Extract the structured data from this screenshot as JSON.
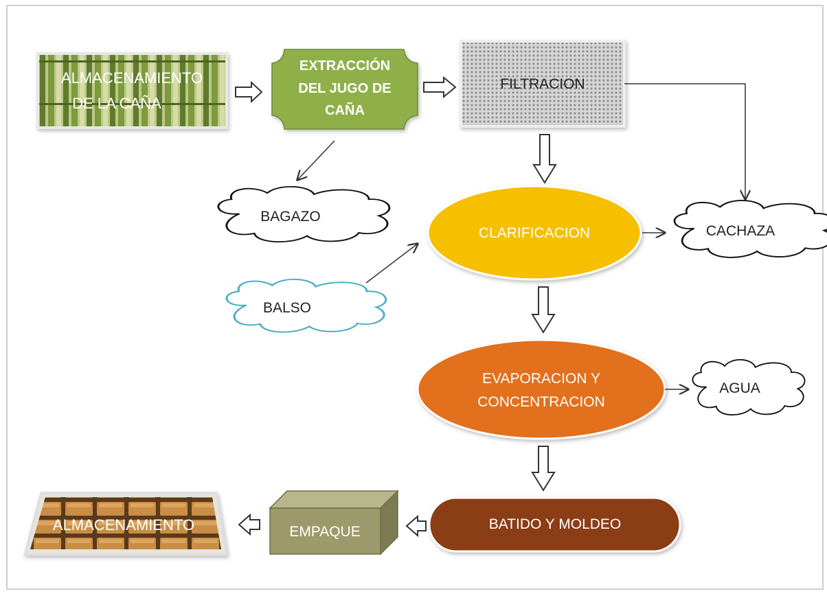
{
  "nodes": {
    "almacenamiento_cana": {
      "line1": "ALMACENAMIENTO",
      "line2": "DE LA CAÑA"
    },
    "extraccion": {
      "line1": "EXTRACCIÓN",
      "line2": "DEL JUGO DE",
      "line3": "CAÑA"
    },
    "filtracion": "FILTRACION",
    "bagazo": "BAGAZO",
    "clarificacion": "CLARIFICACION",
    "cachaza": "CACHAZA",
    "balso": "BALSO",
    "evaporacion": {
      "line1": "EVAPORACION Y",
      "line2": "CONCENTRACION"
    },
    "agua": "AGUA",
    "batido": "BATIDO Y MOLDEO",
    "empaque": "EMPAQUE",
    "almacenamiento": "ALMACENAMIENTO"
  },
  "colors": {
    "extraccion": "#8fb04a",
    "clarificacion": "#f6bf00",
    "evaporacion": "#e2701a",
    "batido": "#8b3d12",
    "empaque": "#9c9a6a",
    "balso_outline": "#4bacc6"
  }
}
